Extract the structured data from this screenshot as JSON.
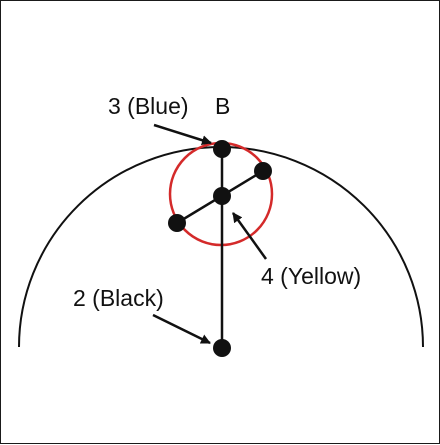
{
  "diagram": {
    "labels": {
      "point_3": "3 (Blue)",
      "point_b": "B",
      "point_4": "4 (Yellow)",
      "point_2": "2 (Black)"
    },
    "colors": {
      "outline": "#111111",
      "ring": "#d42a2a",
      "points": "#111111"
    }
  }
}
